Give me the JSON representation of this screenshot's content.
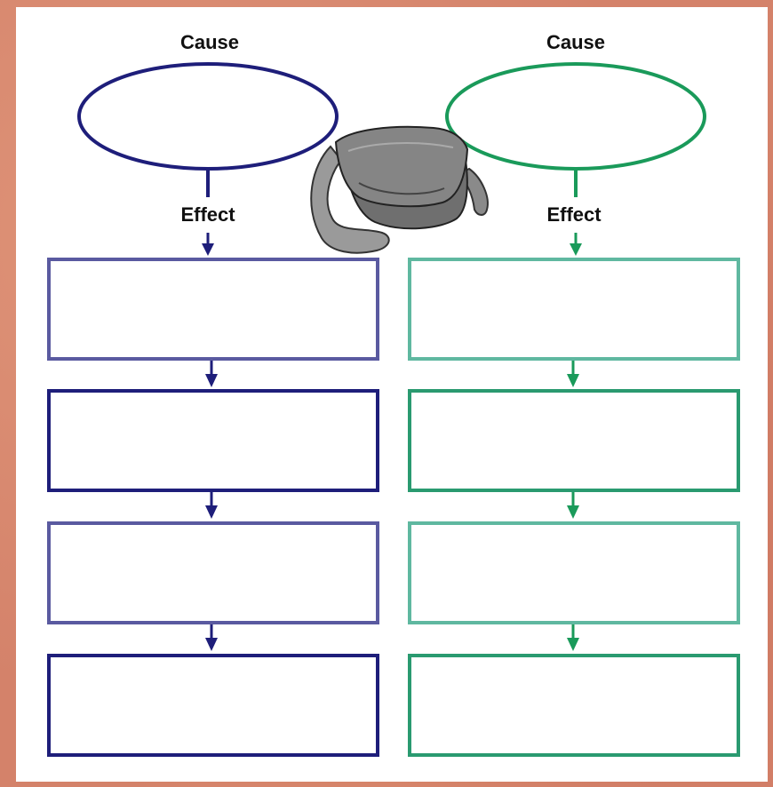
{
  "diagram": {
    "left": {
      "cause_label": "Cause",
      "effect_label": "Effect",
      "color": "#1e1e7a",
      "box_color": "#5a5aa0"
    },
    "right": {
      "cause_label": "Cause",
      "effect_label": "Effect",
      "color": "#1a9a5a",
      "box_color": "#2a9a70"
    },
    "center_image": "purse-icon"
  }
}
